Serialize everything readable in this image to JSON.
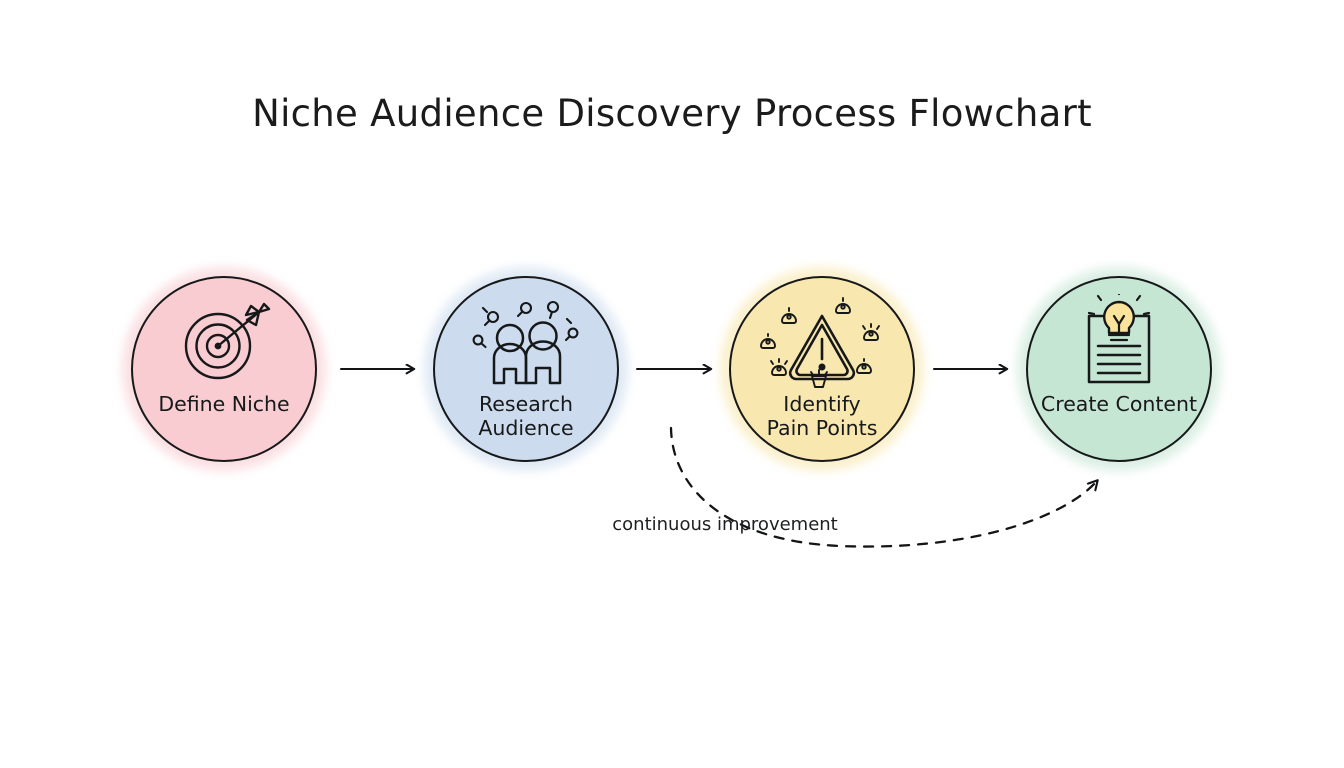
{
  "page": {
    "title": "Niche Audience Discovery Process Flowchart",
    "background_color": "#ffffff",
    "text_color": "#17191b"
  },
  "flowchart": {
    "orientation": "left-to-right",
    "nodes": [
      {
        "id": "define-niche",
        "label": "Define Niche",
        "icon": "target-arrow-icon",
        "fill_color": "#f8ccd1",
        "stroke_color": "#16181a",
        "order": 1
      },
      {
        "id": "research-audience",
        "label": "Research\nAudience",
        "icon": "people-magnifier-icon",
        "fill_color": "#ccdcee",
        "stroke_color": "#16181a",
        "order": 2
      },
      {
        "id": "identify-pain-points",
        "label": "Identify\nPain Points",
        "icon": "warning-triangle-icon",
        "fill_color": "#f8e7ae",
        "stroke_color": "#16181a",
        "order": 3
      },
      {
        "id": "create-content",
        "label": "Create Content",
        "icon": "document-lightbulb-icon",
        "fill_color": "#c6e6d4",
        "stroke_color": "#16181a",
        "order": 4
      }
    ],
    "connectors": [
      {
        "id": "arrow-1-2",
        "from": "define-niche",
        "to": "research-audience",
        "style": "solid",
        "label": ""
      },
      {
        "id": "arrow-2-3",
        "from": "research-audience",
        "to": "identify-pain-points",
        "style": "solid",
        "label": ""
      },
      {
        "id": "arrow-3-4",
        "from": "identify-pain-points",
        "to": "create-content",
        "style": "solid",
        "label": ""
      },
      {
        "id": "feedback-loop",
        "from": "identify-pain-points",
        "to": "create-content",
        "style": "dashed-curved",
        "label": "continuous improvement"
      }
    ]
  }
}
